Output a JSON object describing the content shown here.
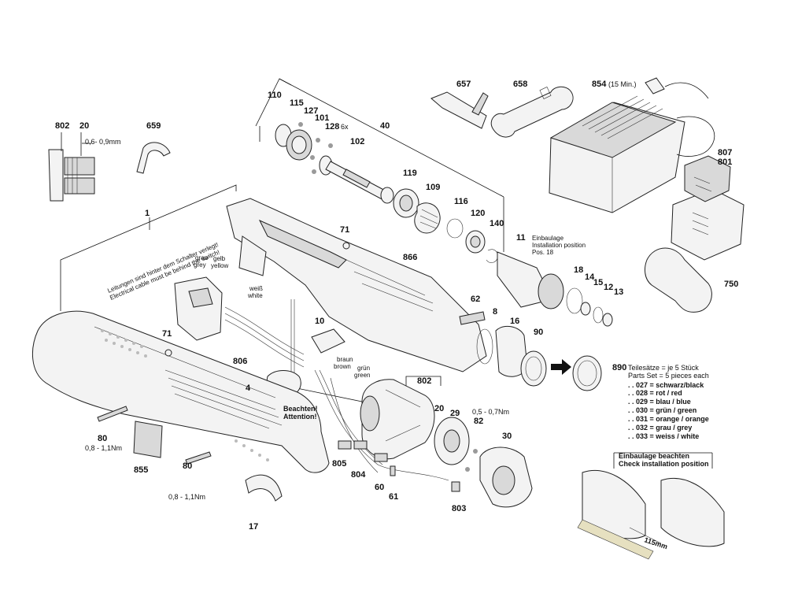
{
  "part_labels": [
    "802",
    "20",
    "659",
    "110",
    "115",
    "127",
    "101",
    "128",
    "6x",
    "102",
    "40",
    "657",
    "658",
    "854",
    "(15 Min.)",
    "807",
    "801",
    "119",
    "109",
    "116",
    "120",
    "140",
    "1",
    "71",
    "866",
    "11",
    "18",
    "14",
    "15",
    "12",
    "13",
    "750",
    "62",
    "8",
    "16",
    "90",
    "71",
    "10",
    "806",
    "4",
    "802",
    "20",
    "29",
    "82",
    "30",
    "80",
    "80",
    "855",
    "17",
    "805",
    "804",
    "60",
    "61",
    "803",
    "890"
  ],
  "dim_labels": {
    "gap": "0,6- 0,9mm",
    "torque_80_left": "0,8 - 1,1Nm",
    "torque_80_bottom": "0,8 - 1,1Nm",
    "torque_82": "0,5 - 0,7Nm",
    "length": "115mm"
  },
  "wire_colors": {
    "grau": "grau",
    "grey": "grey",
    "gelb": "gelb",
    "yellow": "yellow",
    "weiss": "weiß",
    "white": "white",
    "braun": "braun",
    "brown": "brown",
    "gruen": "grün",
    "green": "green"
  },
  "notes": {
    "cable_de": "Leitungen sind hinter dem Schalter verlegt!",
    "cable_en": "Electrical cable must be behind the switch!",
    "attention_de": "Beachten!",
    "attention_en": "Attention!",
    "install_de": "Einbaulage",
    "install_en1": "Installation position",
    "install_en2": "Pos. 18",
    "check_de": "Einbaulage beachten",
    "check_en": "Check installation position"
  },
  "parts_set": {
    "line1": "Teilesätze = je 5 Stück",
    "line2": "Parts Set   = 5 pieces each",
    "items": [
      ". . 027 = schwarz/black",
      ". . 028 = rot / red",
      ". . 029 = blau / blue",
      ". . 030 = grün / green",
      ". . 031 = orange / orange",
      ". . 032 = grau / grey",
      ". . 033 = weiss / white"
    ]
  }
}
